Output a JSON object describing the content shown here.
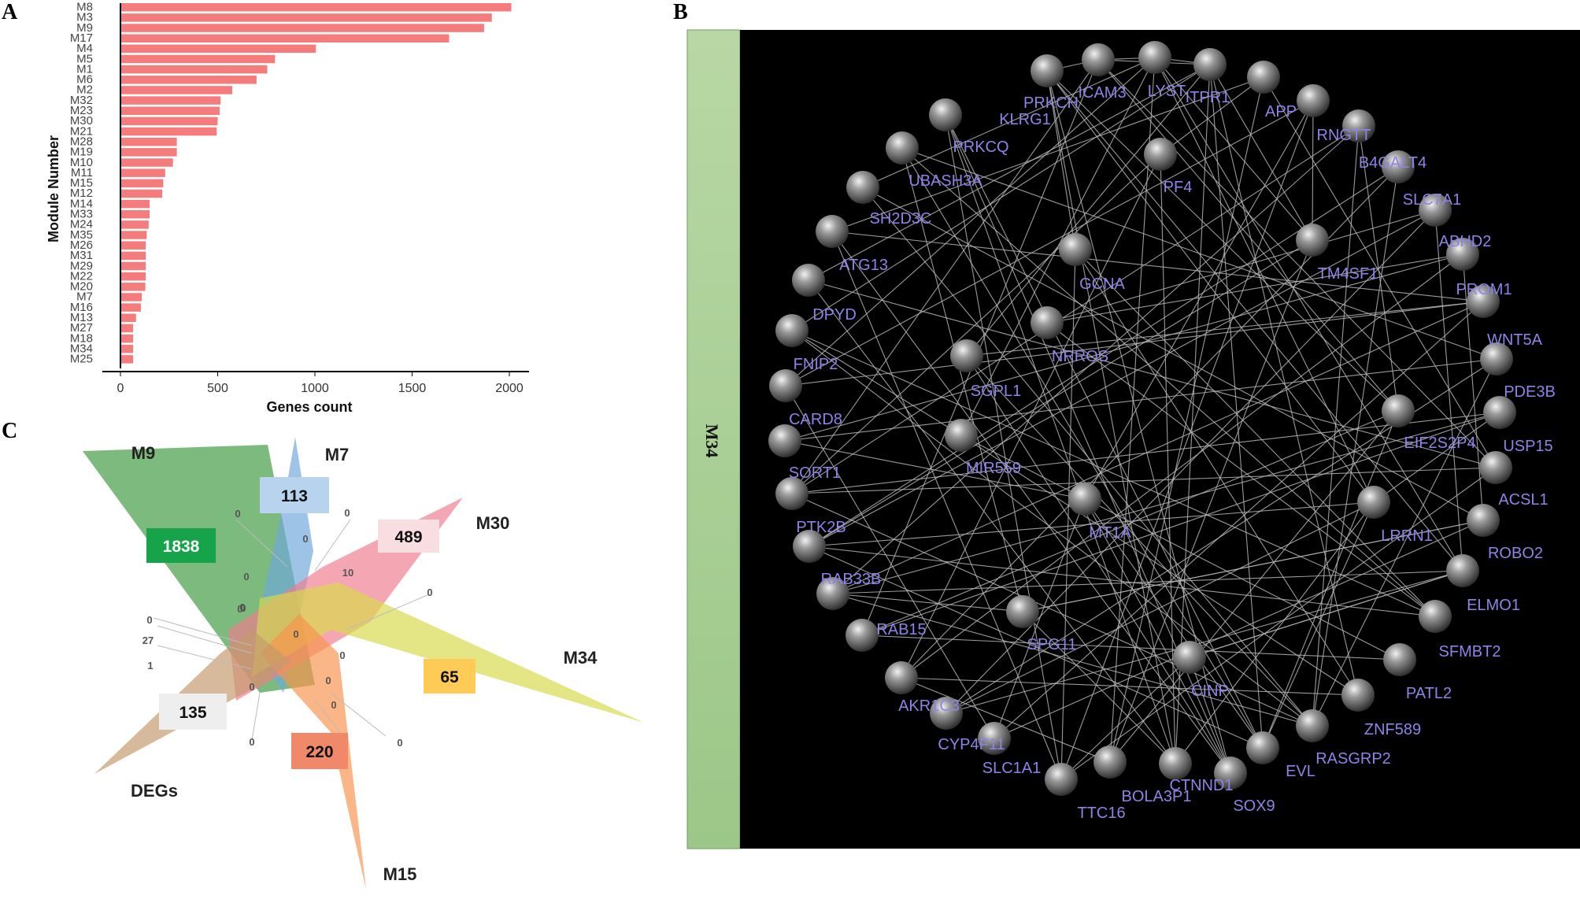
{
  "panels": {
    "a": "A",
    "b": "B",
    "c": "C"
  },
  "chart_data": [
    {
      "type": "bar",
      "orientation": "horizontal",
      "categories": [
        "M8",
        "M3",
        "M9",
        "M17",
        "M4",
        "M5",
        "M1",
        "M6",
        "M2",
        "M32",
        "M23",
        "M30",
        "M21",
        "M28",
        "M19",
        "M10",
        "M11",
        "M15",
        "M12",
        "M14",
        "M33",
        "M24",
        "M35",
        "M26",
        "M31",
        "M29",
        "M22",
        "M20",
        "M7",
        "M16",
        "M13",
        "M27",
        "M18",
        "M34",
        "M25"
      ],
      "values": [
        2010,
        1910,
        1870,
        1690,
        1005,
        795,
        755,
        700,
        575,
        515,
        510,
        500,
        495,
        290,
        290,
        270,
        230,
        220,
        215,
        150,
        150,
        145,
        135,
        130,
        130,
        130,
        130,
        128,
        110,
        105,
        80,
        65,
        65,
        65,
        65
      ],
      "xlabel": "Genes count",
      "ylabel": "Module Number",
      "xlim": [
        0,
        2100
      ],
      "xticks": [
        0,
        500,
        1000,
        1500,
        2000
      ],
      "color": "#f47c7c"
    },
    {
      "type": "venn",
      "sets": [
        {
          "name": "M9",
          "color": "#3f9a3f"
        },
        {
          "name": "M7",
          "color": "#6fa8dc"
        },
        {
          "name": "M30",
          "color": "#ef7d8f"
        },
        {
          "name": "M34",
          "color": "#d7d94a"
        },
        {
          "name": "M15",
          "color": "#f7934c"
        },
        {
          "name": "DEGs",
          "color": "#c49a6c"
        }
      ],
      "unique_counts": [
        {
          "set": "M9",
          "value": "1838",
          "color": "#16a34a",
          "text_color": "#ffffff"
        },
        {
          "set": "M7",
          "value": "113",
          "color": "#b7d3ee",
          "text_color": "#111111"
        },
        {
          "set": "M30",
          "value": "489",
          "color": "#f8dde1",
          "text_color": "#111111"
        },
        {
          "set": "M34",
          "value": "65",
          "color": "#ffcb57",
          "text_color": "#111111"
        },
        {
          "set": "M15",
          "value": "220",
          "color": "#f0886a",
          "text_color": "#111111"
        },
        {
          "set": "DEGs",
          "value": "135",
          "color": "#eeeeee",
          "text_color": "#111111"
        }
      ],
      "intersection_counts": [
        "0",
        "0",
        "0",
        "10",
        "0",
        "0",
        "0",
        "0",
        "0",
        "0",
        "0",
        "0",
        "27",
        "1",
        "0",
        "0",
        "0",
        "0",
        "0"
      ]
    },
    {
      "type": "network",
      "module": "M34",
      "nodes": [
        "PRKCH",
        "ICAM3",
        "LYST",
        "ITPR1",
        "APP",
        "RNGTT",
        "B4GALT4",
        "SLC7A1",
        "ABHD2",
        "PROM1",
        "WNT5A",
        "PDE3B",
        "USP15",
        "ACSL1",
        "ROBO2",
        "ELMO1",
        "SFMBT2",
        "PATL2",
        "ZNF589",
        "RASGRP2",
        "EVL",
        "SOX9",
        "CTNND1",
        "BOLA3P1",
        "TTC16",
        "SLC1A1",
        "CYP4F11",
        "AKR1C3",
        "RAB15",
        "RAB33B",
        "PTK2B",
        "SORT1",
        "CARD8",
        "FNIP2",
        "DPYD",
        "ATG13",
        "SH2D3C",
        "UBASH3A",
        "PRKCQ",
        "KLRG1",
        "PF4",
        "TM4SF1",
        "GCNA",
        "NRROS",
        "SGPL1",
        "EIF2S2P4",
        "MIR559",
        "MT1A",
        "LRRN1",
        "SPG11",
        "CINP"
      ]
    }
  ]
}
